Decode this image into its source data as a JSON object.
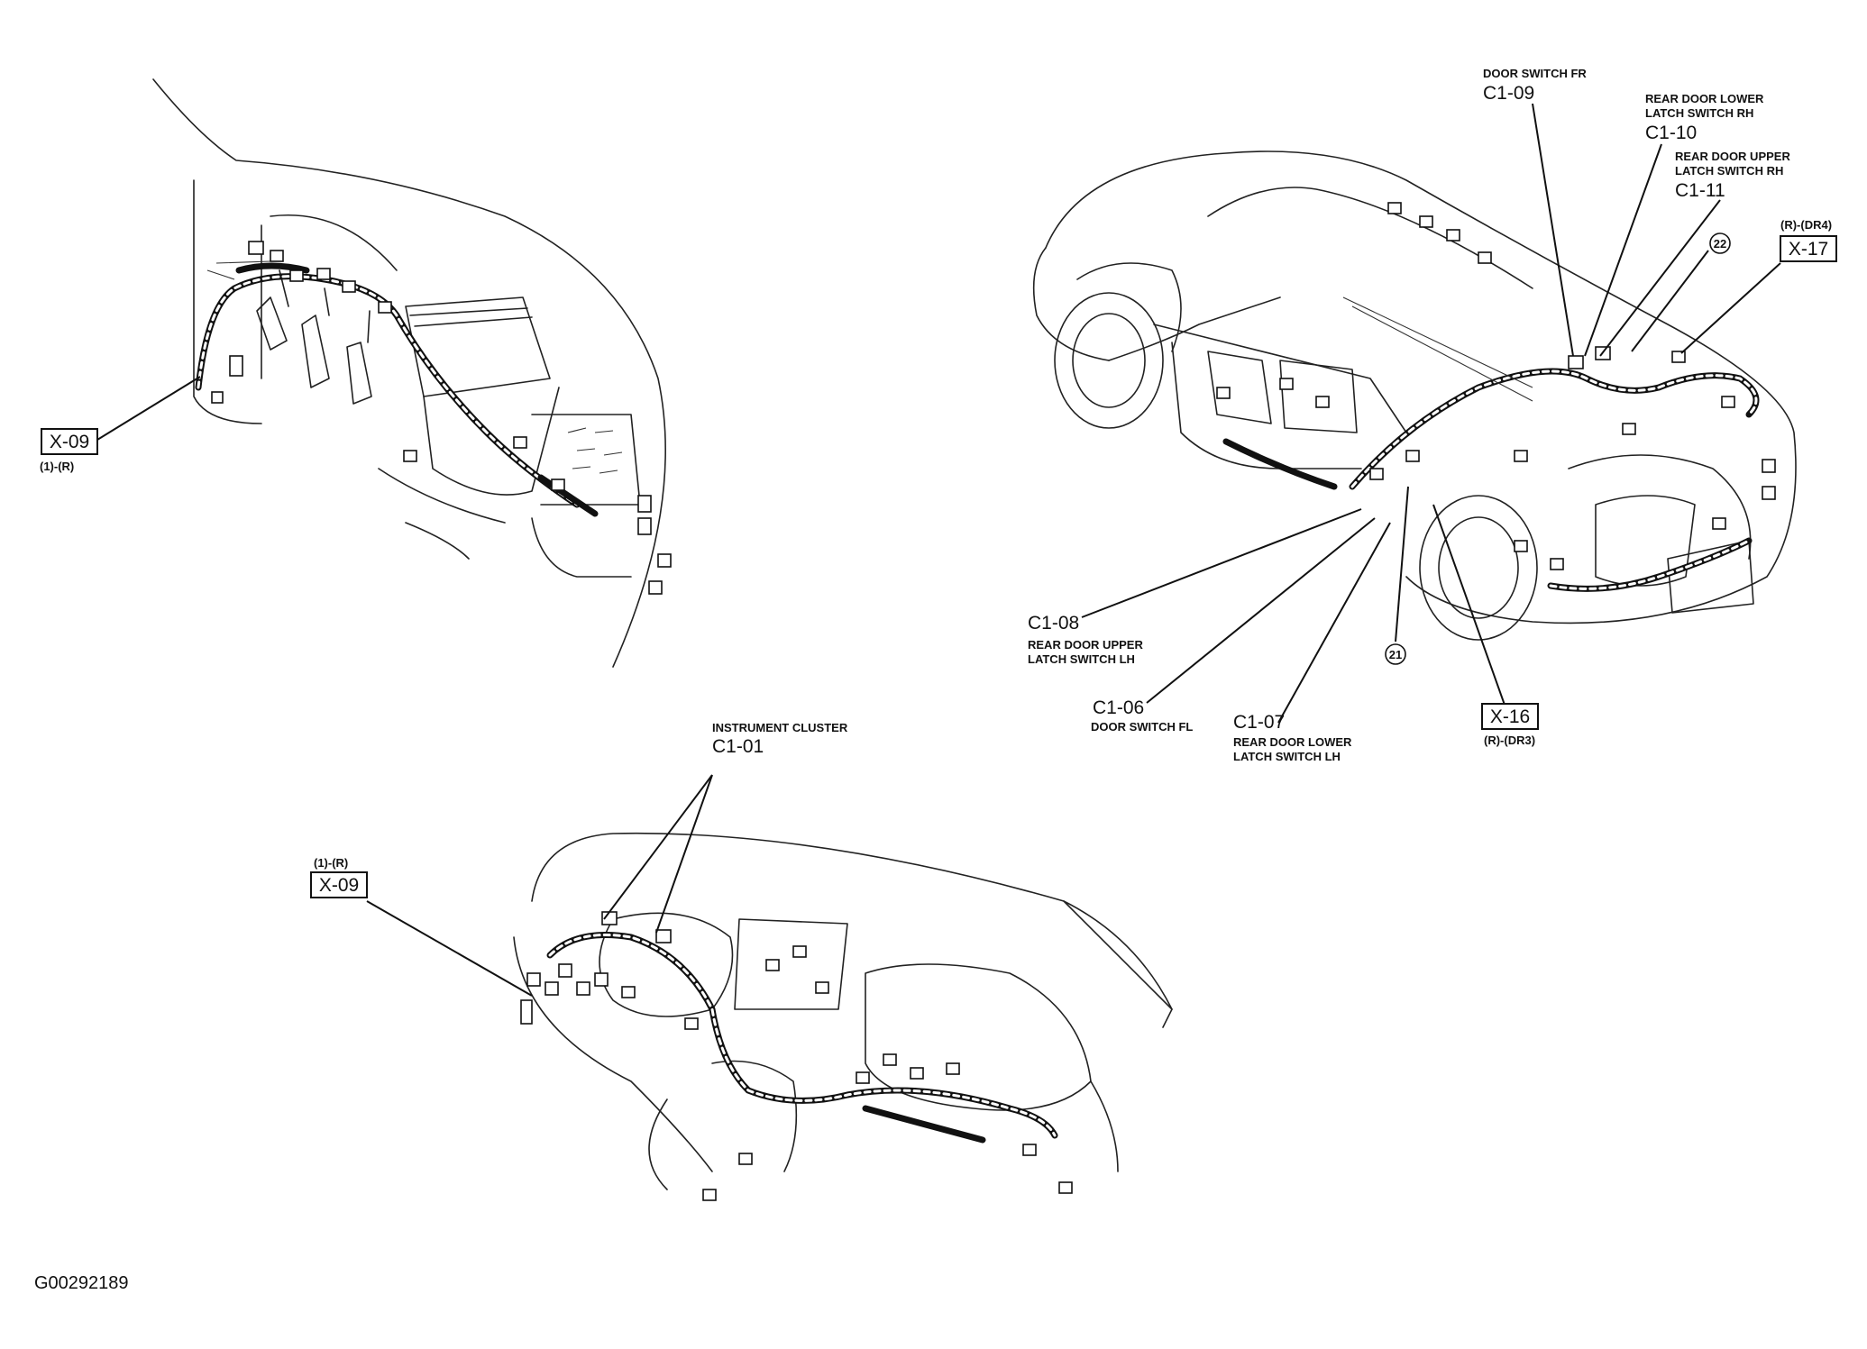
{
  "figure_id": "G00292189",
  "labels": {
    "x09_top": {
      "code": "X-09",
      "sub": "(1)-(R)"
    },
    "x09_bottom": {
      "code": "X-09",
      "sub": "(1)-(R)"
    },
    "x16": {
      "code": "X-16",
      "sub": "(R)-(DR3)"
    },
    "x17": {
      "code": "X-17",
      "sub": "(R)-(DR4)"
    },
    "c1_01": {
      "code": "C1-01",
      "desc": [
        "INSTRUMENT CLUSTER"
      ]
    },
    "c1_06": {
      "code": "C1-06",
      "desc": [
        "DOOR SWITCH FL"
      ]
    },
    "c1_07": {
      "code": "C1-07",
      "desc": [
        "REAR DOOR LOWER",
        "LATCH SWITCH LH"
      ]
    },
    "c1_08": {
      "code": "C1-08",
      "desc": [
        "REAR DOOR UPPER",
        "LATCH SWITCH LH"
      ]
    },
    "c1_09": {
      "code": "C1-09",
      "desc": [
        "DOOR SWITCH FR"
      ]
    },
    "c1_10": {
      "code": "C1-10",
      "desc": [
        "REAR DOOR LOWER",
        "LATCH SWITCH RH"
      ]
    },
    "c1_11": {
      "code": "C1-11",
      "desc": [
        "REAR DOOR UPPER",
        "LATCH SWITCH RH"
      ]
    },
    "ground_21": "21",
    "ground_22": "22"
  }
}
